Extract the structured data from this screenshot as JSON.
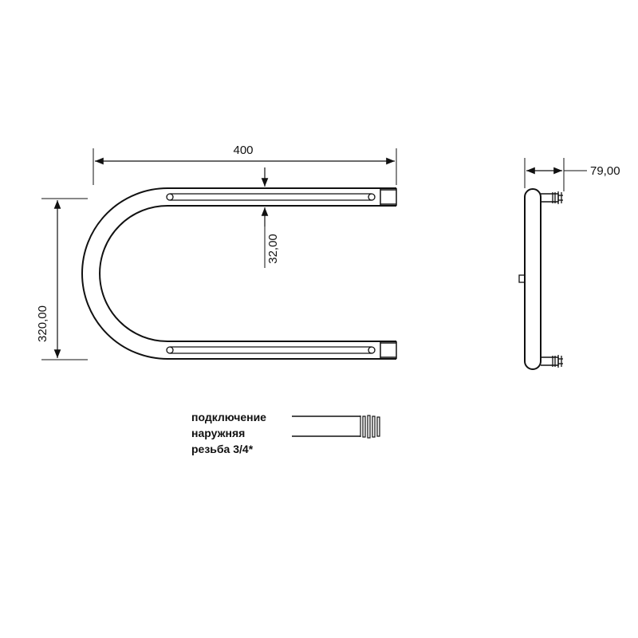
{
  "dimensions": {
    "width": "400",
    "height": "320,00",
    "tube_gap": "32,00",
    "depth": "79,00"
  },
  "note": {
    "line1": "подключение",
    "line2": "наружняя",
    "line3": "резьба 3/4*"
  },
  "colors": {
    "line": "#111111",
    "background": "#ffffff"
  }
}
